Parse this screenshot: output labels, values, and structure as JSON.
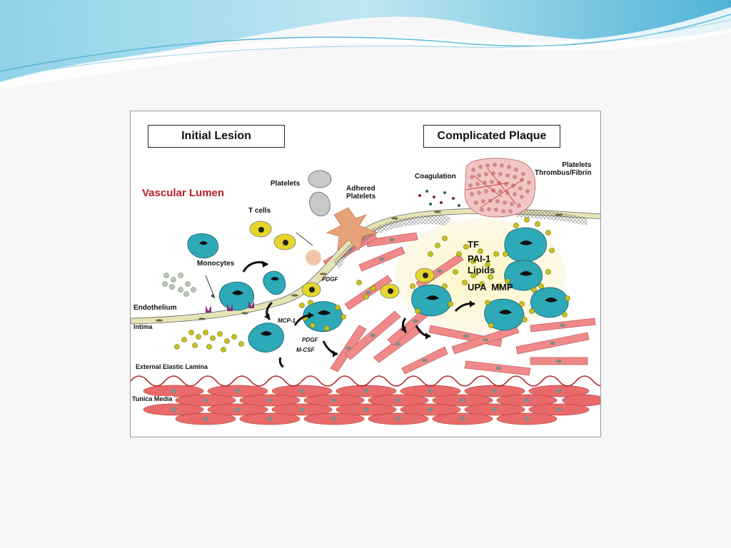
{
  "figure": {
    "headers": {
      "left": "Initial Lesion",
      "right": "Complicated Plaque"
    },
    "labels": {
      "vascular_lumen": "Vascular Lumen",
      "platelets": "Platelets",
      "adhered_platelets": "Adhered\nPlatelets",
      "t_cells": "T cells",
      "monocytes": "Monocytes",
      "endothelium": "Endothelium",
      "intima": "Intima",
      "external_elastic_lamina": "External Elastic Lamina",
      "tunica_media": "Tunica Media",
      "coagulation": "Coagulation",
      "platelets_thrombus": "Platelets\nThrombus/Fibrin",
      "tf": "TF",
      "pai1": "PAI-1",
      "lipids": "Lipids",
      "upa_mmp": "UPA  MMP",
      "mcp1": "MCP-1",
      "pdgf_top": "PDGF",
      "pdgf_bottom": "PDGF",
      "mcsf": "M-CSF"
    }
  },
  "colors": {
    "header_light": "#bfe6f2",
    "header_mid": "#4fb3d6",
    "lumen_text": "#b4232a",
    "monocyte": "#2ea9b8",
    "lipid": "#c9c21b",
    "smc": "#f08a8a",
    "media": "#e96a6a",
    "endothelium": "#e6e3b5"
  }
}
